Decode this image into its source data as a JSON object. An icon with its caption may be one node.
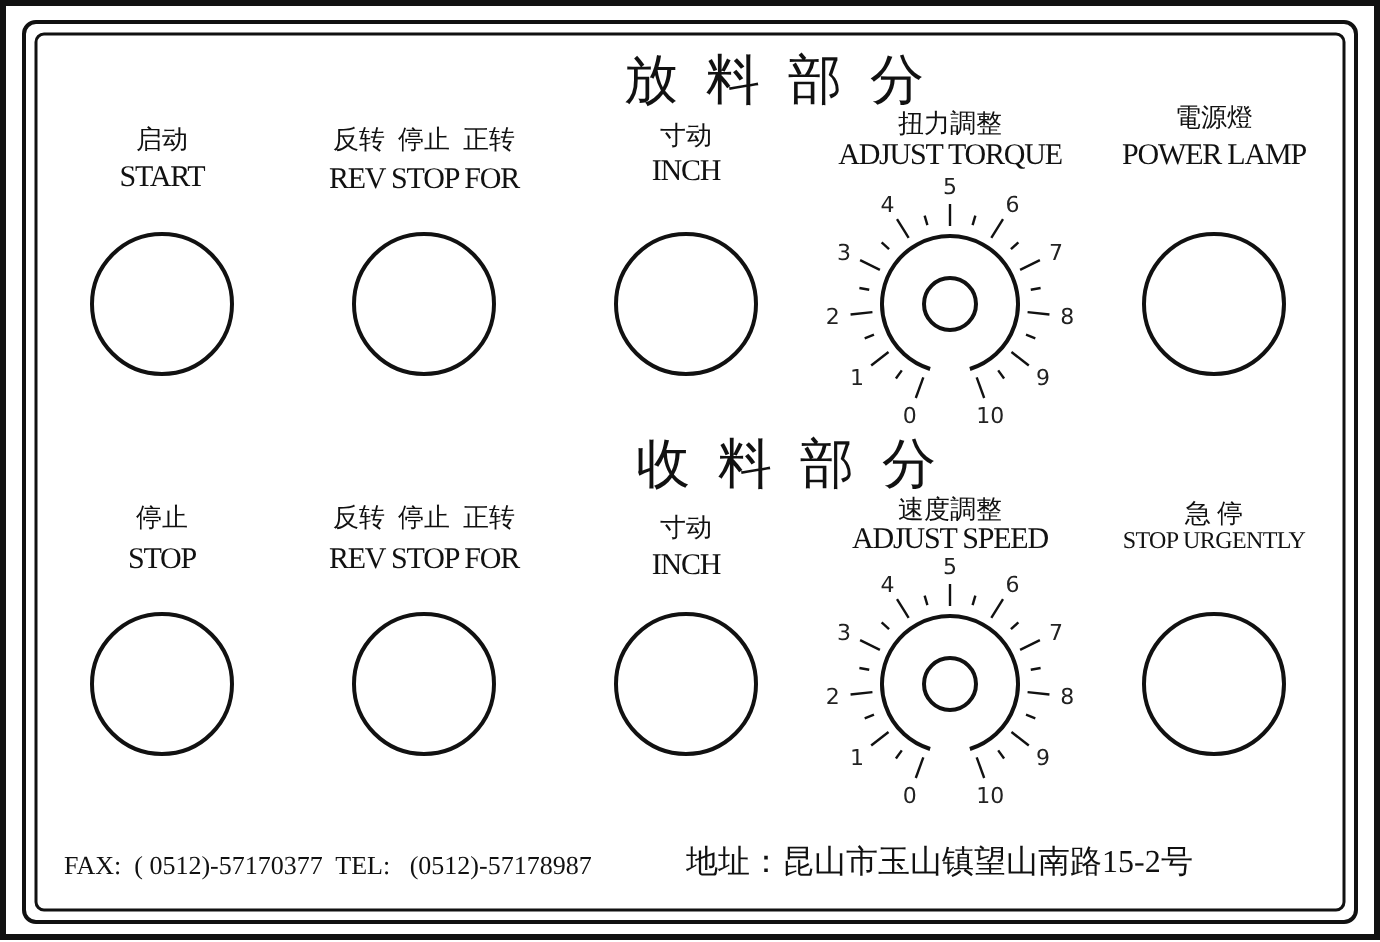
{
  "diagram": {
    "nodes": [
      {
        "text": [
          "启动",
          "START"
        ]
      },
      {
        "text": [
          "反转  停止  正转",
          "REV STOP FOR"
        ]
      },
      {
        "text": [
          "寸动",
          "INCH"
        ]
      },
      {
        "text": [
          "扭力調整",
          "ADJUST TORQUE",
          "0",
          "1",
          "2",
          "3",
          "4",
          "5",
          "6",
          "7",
          "8",
          "9",
          "10"
        ]
      },
      {
        "text": [
          "電源燈",
          "POWER LAMP"
        ]
      },
      {
        "text": [
          "停止",
          "STOP"
        ]
      },
      {
        "text": [
          "反转  停止  正转",
          "REV STOP FOR"
        ]
      },
      {
        "text": [
          "寸动",
          "INCH"
        ]
      },
      {
        "text": [
          "速度調整",
          "ADJUST SPEED",
          "0",
          "1",
          "2",
          "3",
          "4",
          "5",
          "6",
          "7",
          "8",
          "9",
          "10"
        ]
      },
      {
        "text": [
          "急 停",
          "STOP URGENTLY"
        ]
      }
    ],
    "labels": [
      "放料部分",
      "收料部分",
      "FAX:  ( 0512)-57170377  TEL:   (0512)-57178987",
      "地址：昆山市玉山镇望山南路15-2号"
    ]
  }
}
